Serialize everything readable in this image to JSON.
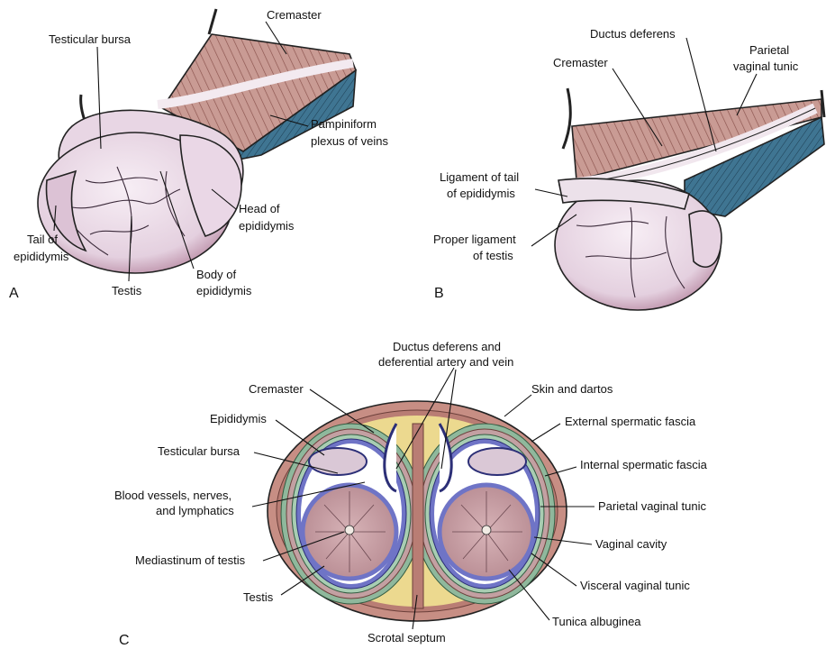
{
  "panel_a": {
    "panel_letter": "A",
    "labels": {
      "cremaster": "Cremaster",
      "testicular_bursa": "Testicular bursa",
      "pampiniform_1": "Pampiniform",
      "pampiniform_2": "plexus of veins",
      "head_1": "Head of",
      "head_2": "epididymis",
      "tail_1": "Tail of",
      "tail_2": "epididymis",
      "testis": "Testis",
      "body_1": "Body of",
      "body_2": "epididymis"
    }
  },
  "panel_b": {
    "panel_letter": "B",
    "labels": {
      "ductus_deferens": "Ductus deferens",
      "cremaster": "Cremaster",
      "parietal_1": "Parietal",
      "parietal_2": "vaginal tunic",
      "lig_tail_1": "Ligament of tail",
      "lig_tail_2": "of epididymis",
      "proper_lig_1": "Proper ligament",
      "proper_lig_2": "of testis"
    }
  },
  "panel_c": {
    "panel_letter": "C",
    "labels": {
      "ductus_1": "Ductus deferens and",
      "ductus_2": "deferential artery and vein",
      "cremaster": "Cremaster",
      "epididymis": "Epididymis",
      "testicular_bursa": "Testicular bursa",
      "blood_1": "Blood vessels, nerves,",
      "blood_2": "and lymphatics",
      "mediastinum": "Mediastinum of testis",
      "testis": "Testis",
      "scrotal_septum": "Scrotal septum",
      "skin_dartos": "Skin and dartos",
      "external_fascia": "External spermatic fascia",
      "internal_fascia": "Internal spermatic fascia",
      "parietal_tunic": "Parietal vaginal tunic",
      "vaginal_cavity": "Vaginal cavity",
      "visceral_tunic": "Visceral vaginal tunic",
      "tunica_albuginea": "Tunica albuginea"
    }
  },
  "colors": {
    "muscle": "#c99b94",
    "veins": "#3f7592",
    "testis_surface": "#ecdde9",
    "testis_section": "#c9a3a8",
    "tunic_blue": "#6f74c6",
    "fascia_green": "#8fb89c",
    "fat_yellow": "#ecd98f",
    "skin": "#c78e84",
    "outline": "#222222"
  }
}
